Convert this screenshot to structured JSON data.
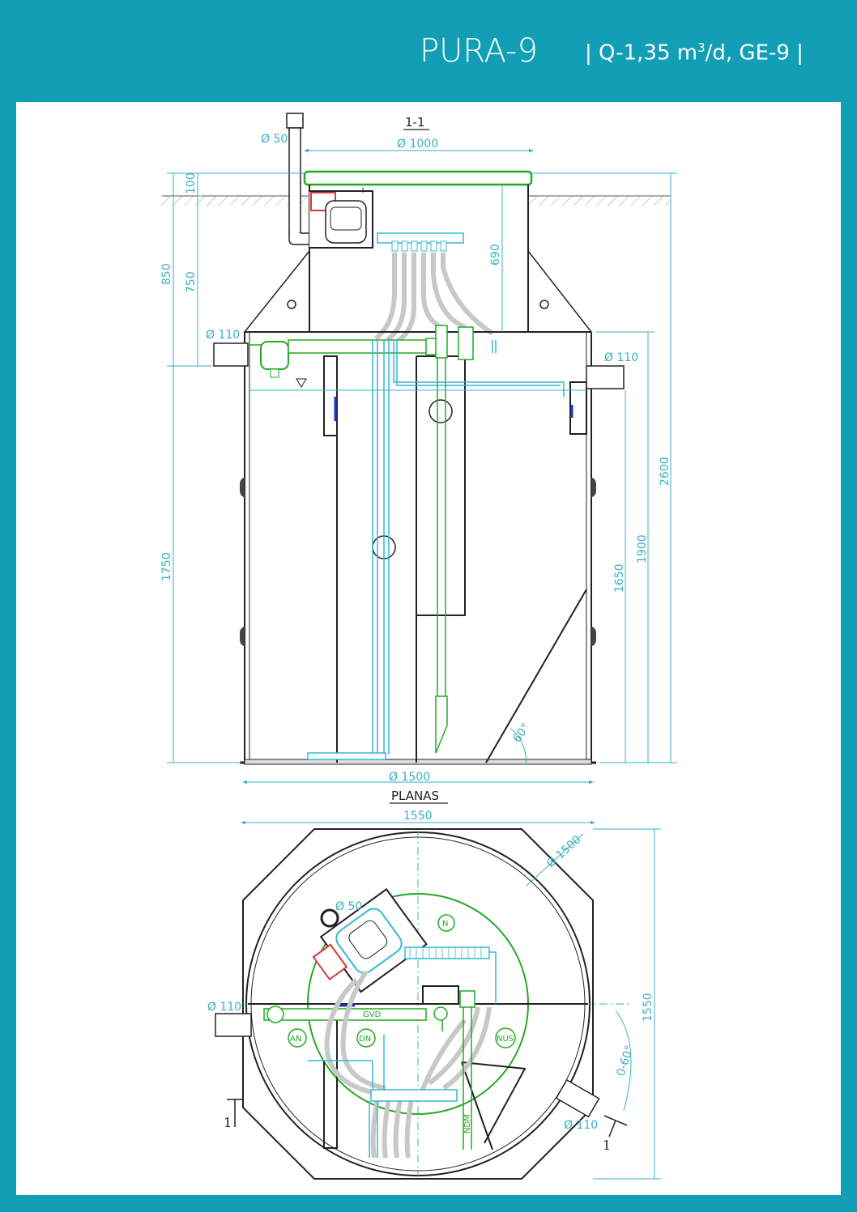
{
  "header": {
    "title": "PURA-9",
    "spec_prefix": "| Q-1,35 m",
    "spec_sup": "3",
    "spec_suffix": "/d, GE-9 |"
  },
  "section": {
    "label": "1-1",
    "dims": {
      "top_diameter": "Ø 1000",
      "vent_diameter": "Ø 50",
      "inlet_diameter": "Ø 110",
      "outlet_diameter": "Ø 110",
      "bottom_diameter": "Ø 1500",
      "d100": "100",
      "d850": "850",
      "d750": "750",
      "d690": "690",
      "d1750": "1750",
      "d2600": "2600",
      "d1900": "1900",
      "d1650": "1650",
      "angle": "60°"
    }
  },
  "plan": {
    "label": "PLANAS",
    "dims": {
      "width": "1550",
      "height": "1550",
      "diameter": "Ø 1500",
      "vent_diameter": "Ø 50",
      "inlet_diameter": "Ø 110",
      "outlet_diameter": "Ø 110",
      "angle_range": "0-60°",
      "cut_mark": "1"
    },
    "zones": {
      "n": "N",
      "an": "AN",
      "dn": "DN",
      "nus": "NUS",
      "ndm": "NDM",
      "gvd": "GVD"
    }
  },
  "colors": {
    "frame": "#129fb5",
    "dimension": "#3ab0c2",
    "green_pipe": "#22aa22",
    "cyan_pipe": "#35b8d4",
    "hose": "#c8c8c8"
  }
}
